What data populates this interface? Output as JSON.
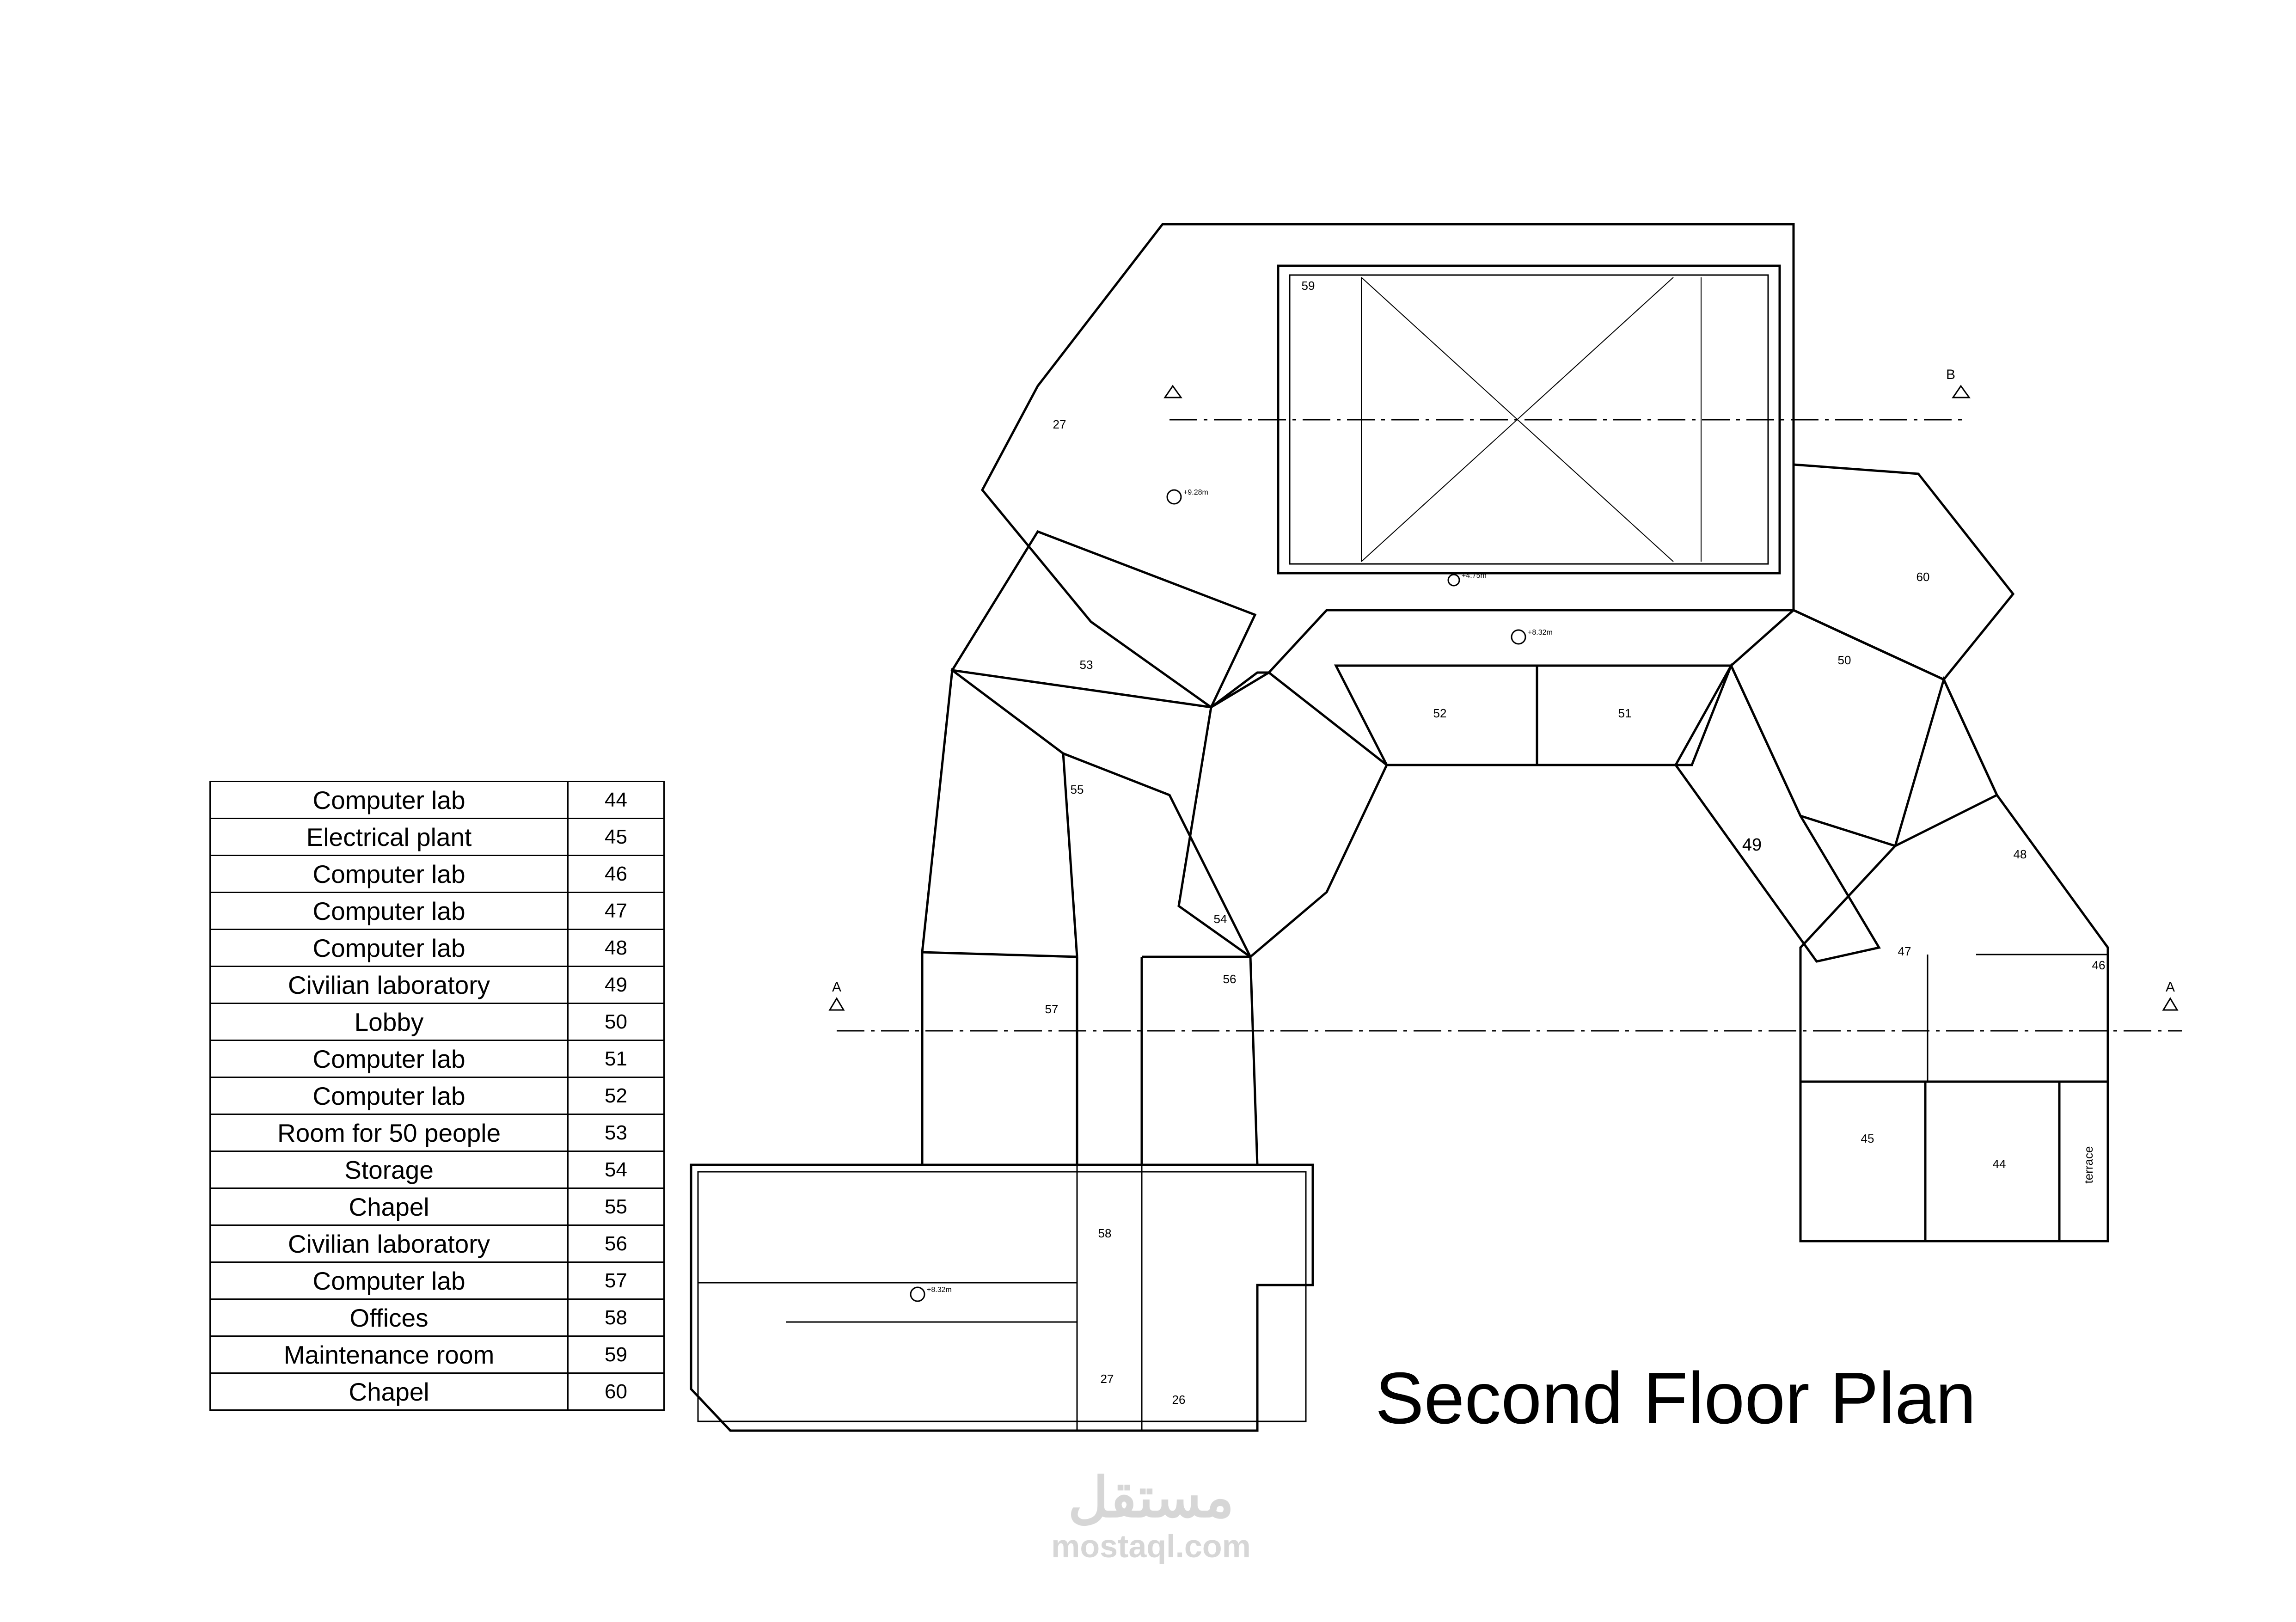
{
  "title": "Second Floor Plan",
  "legend": [
    {
      "room": "Computer lab",
      "number": "44"
    },
    {
      "room": "Electrical plant",
      "number": "45"
    },
    {
      "room": "Computer lab",
      "number": "46"
    },
    {
      "room": "Computer lab",
      "number": "47"
    },
    {
      "room": "Computer lab",
      "number": "48"
    },
    {
      "room": "Civilian laboratory",
      "number": "49"
    },
    {
      "room": "Lobby",
      "number": "50"
    },
    {
      "room": "Computer lab",
      "number": "51"
    },
    {
      "room": "Computer lab",
      "number": "52"
    },
    {
      "room": "Room for 50 people",
      "number": "53"
    },
    {
      "room": "Storage",
      "number": "54"
    },
    {
      "room": "Chapel",
      "number": "55"
    },
    {
      "room": "Civilian laboratory",
      "number": "56"
    },
    {
      "room": "Computer lab",
      "number": "57"
    },
    {
      "room": "Offices",
      "number": "58"
    },
    {
      "room": "Maintenance room",
      "number": "59"
    },
    {
      "room": "Chapel",
      "number": "60"
    }
  ],
  "plan": {
    "room_labels": [
      "59",
      "60",
      "53",
      "52",
      "51",
      "50",
      "55",
      "49",
      "54",
      "56",
      "57",
      "48",
      "47",
      "46",
      "45",
      "44",
      "58",
      "27",
      "26",
      "terrace"
    ],
    "section_markers": [
      "A",
      "B"
    ],
    "levels": [
      "+8.32m",
      "+9.28m",
      "+4.75m"
    ]
  },
  "watermark": {
    "arabic": "مستقل",
    "latin": "mostaql.com"
  }
}
